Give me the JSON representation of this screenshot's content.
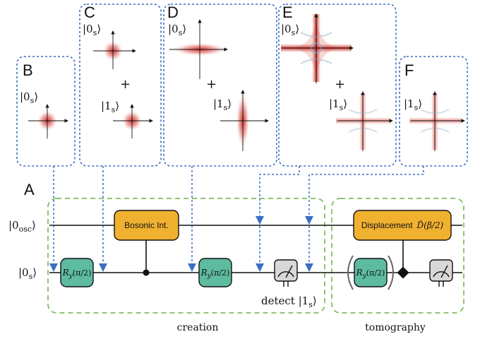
{
  "panels": {
    "A": "A",
    "B": "B",
    "C": "C",
    "D": "D",
    "E": "E",
    "F": "F"
  },
  "kets": {
    "zero_s": "|0",
    "one_s": "|1",
    "sub_s": "s",
    "rangle": "⟩",
    "plus": "+"
  },
  "circuit": {
    "osc_ket": "|0",
    "osc_sub": "osc",
    "qubit_ket": "|0",
    "qubit_sub": "s",
    "bosonic_label": "Bosonic Int.",
    "displacement_label": "Displacement",
    "displacement_op": "D̂(β/2)",
    "ry_label": "R",
    "ry_sub": "y",
    "ry_arg": "(π/2)",
    "detect_label": "detect |1",
    "detect_sub": "s",
    "creation_label": "creation",
    "tomography_label": "tomography"
  },
  "colors": {
    "blue_dash": "#3a6fc4",
    "green_dash": "#7fbf5f",
    "orange_box": "#f0b030",
    "teal_box": "#5dbba0",
    "gauss_red": "#d0302a"
  }
}
